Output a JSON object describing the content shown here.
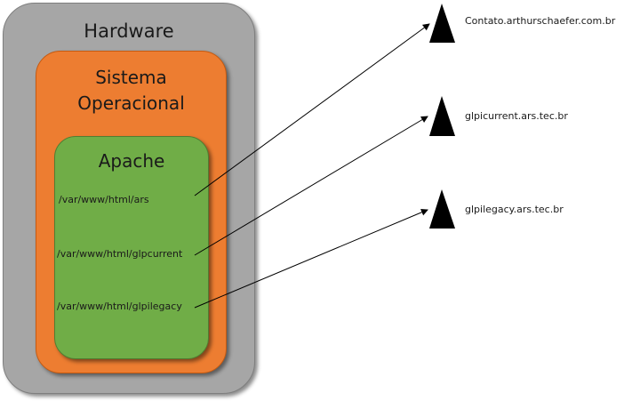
{
  "layers": {
    "hardware": "Hardware",
    "os_line1": "Sistema",
    "os_line2": "Operacional",
    "apache": "Apache"
  },
  "paths": [
    "/var/www/html/ars",
    "/var/www/html/glpcurrent",
    "/var/www/html/glpilegacy"
  ],
  "hosts": [
    "Contato.arthurschaefer.com.br",
    "glpicurrent.ars.tec.br",
    "glpilegacy.ars.tec.br"
  ],
  "colors": {
    "hardware": "#a6a6a6",
    "os": "#ed7d31",
    "apache": "#70ad47",
    "triangle": "#000000"
  }
}
